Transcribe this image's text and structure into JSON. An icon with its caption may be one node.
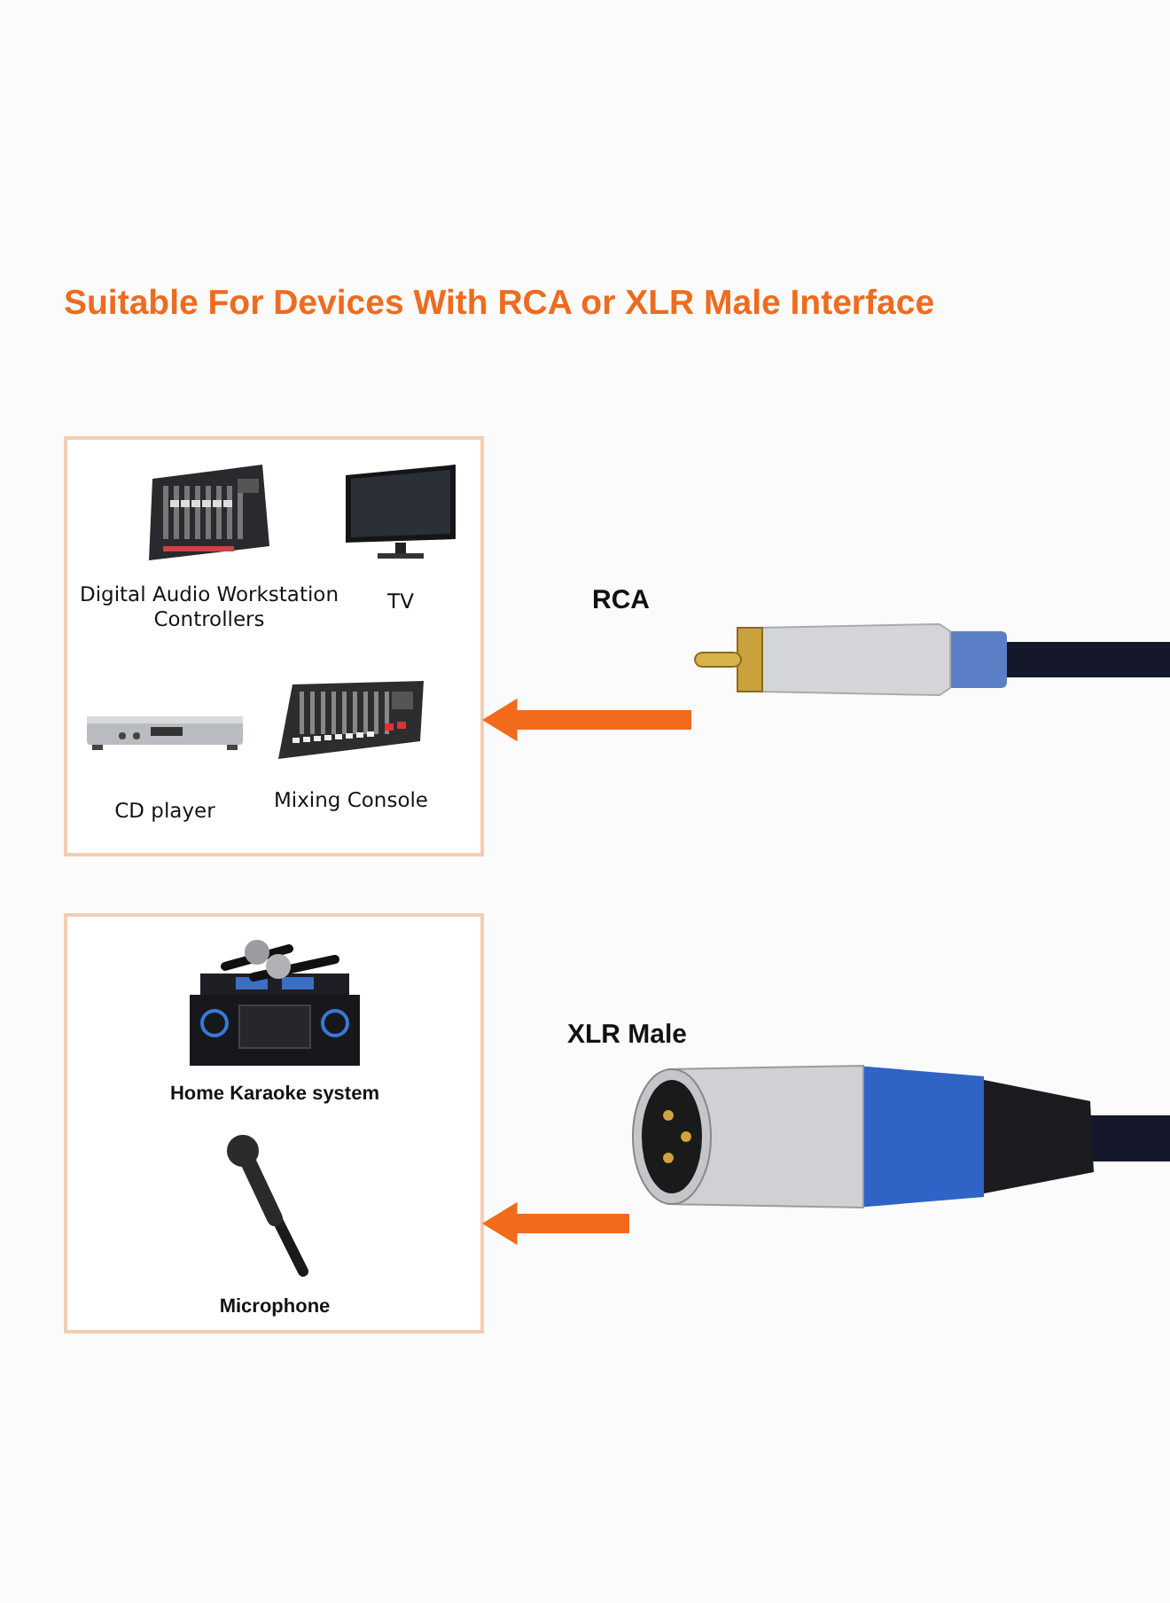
{
  "diagram": {
    "title": "Suitable For Devices With RCA or XLR Male Interface",
    "nodes": [
      {
        "text": [],
        "shape": "box"
      },
      {
        "text": [
          "Digital Audio Workstation Controllers"
        ],
        "in": 0
      },
      {
        "text": [
          "TV"
        ],
        "in": 0
      },
      {
        "text": [
          "CD player"
        ],
        "in": 0
      },
      {
        "text": [
          "Mixing Console"
        ],
        "in": 0
      },
      {
        "text": [
          "RCA"
        ]
      },
      {
        "text": [],
        "shape": "box"
      },
      {
        "text": [
          "Home Karaoke system"
        ],
        "in": 6
      },
      {
        "text": [
          "Microphone"
        ],
        "in": 6
      },
      {
        "text": [
          "XLR Male"
        ]
      }
    ],
    "edges": [
      {
        "from": 5,
        "to": 0,
        "arrow": "to"
      },
      {
        "from": 9,
        "to": 6,
        "arrow": "to"
      }
    ]
  }
}
